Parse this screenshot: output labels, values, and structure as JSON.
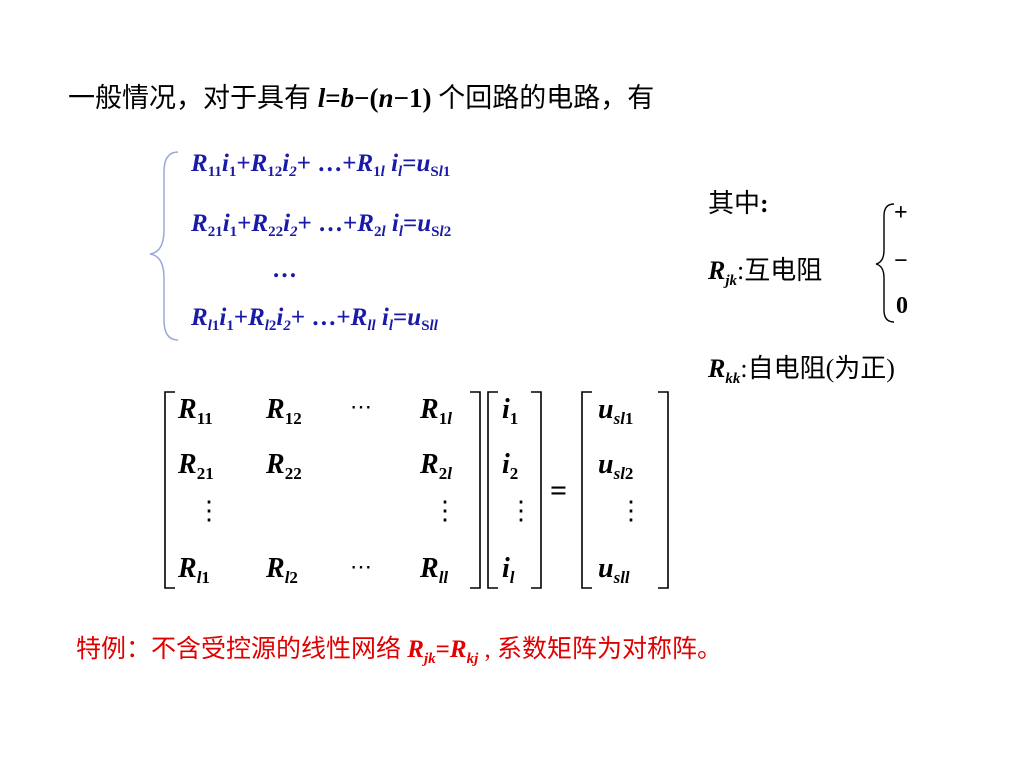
{
  "intro": {
    "prefix": "一般情况，对于具有 ",
    "l": "l",
    "eq": "=",
    "b": "b",
    "minus": "−(",
    "n": "n",
    "tail": "−1)",
    "suffix": " 个回路的电路，有"
  },
  "equations": {
    "row1": {
      "R1": "R",
      "s1": "11",
      "i1": "i",
      "is1": "1",
      "plus1": "+",
      "R2": "R",
      "s2": "12",
      "i2": "i",
      "is2": "2",
      "mid": "+ …+",
      "R3": "R",
      "s3a": "1",
      "s3b": "l",
      "i3": "i",
      "is3": "l",
      "eq": "=",
      "u": "u",
      "us_a": "S",
      "us_b": "l",
      "us_c": "1"
    },
    "row2": {
      "R1": "R",
      "s1": "21",
      "i1": "i",
      "is1": "1",
      "plus1": "+",
      "R2": "R",
      "s2": "22",
      "i2": "i",
      "is2": "2",
      "mid": "+ …+",
      "R3": "R",
      "s3a": "2",
      "s3b": "l",
      "i3": "i",
      "is3": "l",
      "eq": "=",
      "u": "u",
      "us_a": "S",
      "us_b": "l",
      "us_c": "2"
    },
    "dots": "…",
    "row3": {
      "R1": "R",
      "s1a": "l",
      "s1b": "1",
      "i1": "i",
      "is1": "1",
      "plus1": "+",
      "R2": "R",
      "s2a": "l",
      "s2b": "2",
      "i2": "i",
      "is2": "2",
      "mid": "+ …+",
      "R3": "R",
      "s3": "ll",
      "i3": "i",
      "is3": "l",
      "eq": "=",
      "u": "u",
      "us_a": "S",
      "us_b": "ll"
    }
  },
  "notes": {
    "among": "其中",
    "colon": ":",
    "mutual_R": "R",
    "mutual_sub": "jk",
    "mutual_label": ":互电阻",
    "signs": [
      "+",
      "−",
      "0"
    ],
    "self_R": "R",
    "self_sub": "kk",
    "self_label": ":自电阻(为正)"
  },
  "matrix": {
    "rows": [
      [
        {
          "b": "R",
          "s": "11"
        },
        {
          "b": "R",
          "s": "12"
        },
        {
          "dots": "⋯"
        },
        {
          "b": "R",
          "s": "1",
          "si": "l"
        }
      ],
      [
        {
          "b": "R",
          "s": "21"
        },
        {
          "b": "R",
          "s": "22"
        },
        {},
        {
          "b": "R",
          "s": "2",
          "si": "l"
        }
      ],
      [
        {
          "b": "R",
          "si": "l",
          "s": "1"
        },
        {
          "b": "R",
          "si": "l",
          "s": "2"
        },
        {
          "dots": "⋯"
        },
        {
          "b": "R",
          "si": "ll"
        }
      ]
    ],
    "currents": [
      {
        "b": "i",
        "s": "1"
      },
      {
        "b": "i",
        "s": "2"
      },
      {
        "b": "i",
        "si": "l"
      }
    ],
    "sources": [
      {
        "b": "u",
        "si": "sl",
        "s": "1"
      },
      {
        "b": "u",
        "si": "sl",
        "s": "2"
      },
      {
        "b": "u",
        "si": "sll"
      }
    ],
    "vdots": "⋮",
    "equals": "="
  },
  "special": {
    "text": "特例：不含受控源的线性网络 ",
    "R1": "R",
    "s1": "jk",
    "eq": "=",
    "R2": "R",
    "s2": "kj",
    "tail": " , 系数矩阵为对称阵。"
  },
  "colors": {
    "equations": "#1a1aa8",
    "special": "#e00000",
    "text": "#000000"
  }
}
